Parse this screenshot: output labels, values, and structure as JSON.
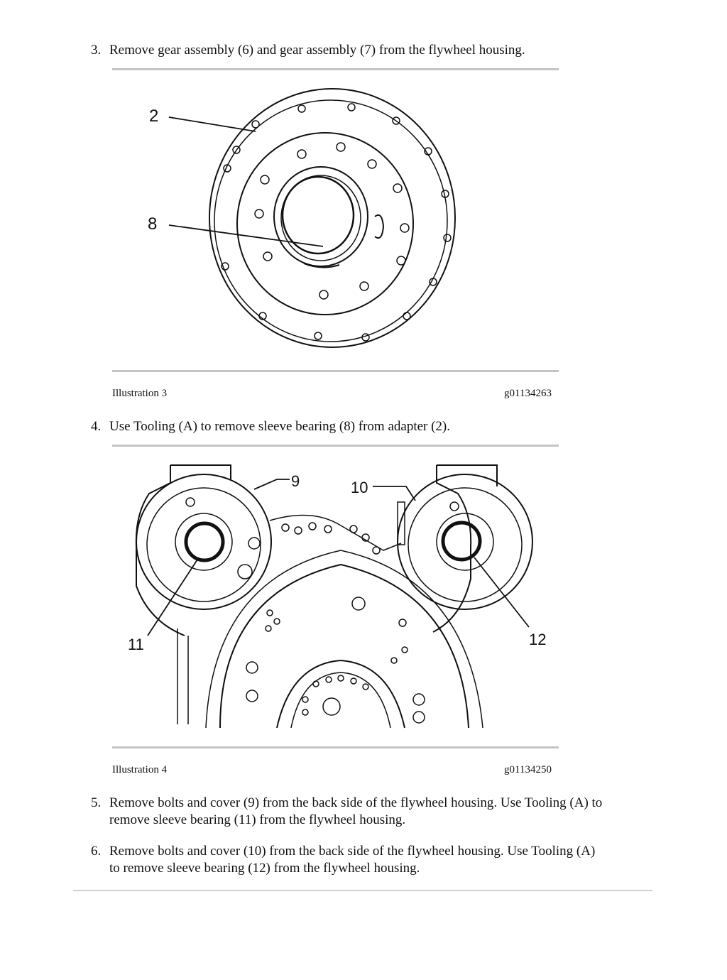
{
  "steps": [
    {
      "num": "3.",
      "lines": [
        "Remove gear assembly (6) and gear assembly (7) from the flywheel housing."
      ]
    },
    {
      "num": "4.",
      "lines": [
        "Use Tooling (A) to remove sleeve bearing (8) from adapter (2)."
      ]
    },
    {
      "num": "5.",
      "lines": [
        "Remove bolts and cover (9) from the back side of the flywheel housing. Use Tooling (A) to",
        "remove sleeve bearing (11) from the flywheel housing."
      ]
    },
    {
      "num": "6.",
      "lines": [
        "Remove bolts and cover (10) from the back side of the flywheel housing. Use Tooling (A)",
        "to remove sleeve bearing (12) from the flywheel housing."
      ]
    }
  ],
  "illustrations": [
    {
      "caption": "Illustration 3",
      "code": "g01134263",
      "callouts": [
        "2",
        "8"
      ]
    },
    {
      "caption": "Illustration 4",
      "code": "g01134250",
      "callouts": [
        "9",
        "10",
        "11",
        "12"
      ]
    }
  ]
}
